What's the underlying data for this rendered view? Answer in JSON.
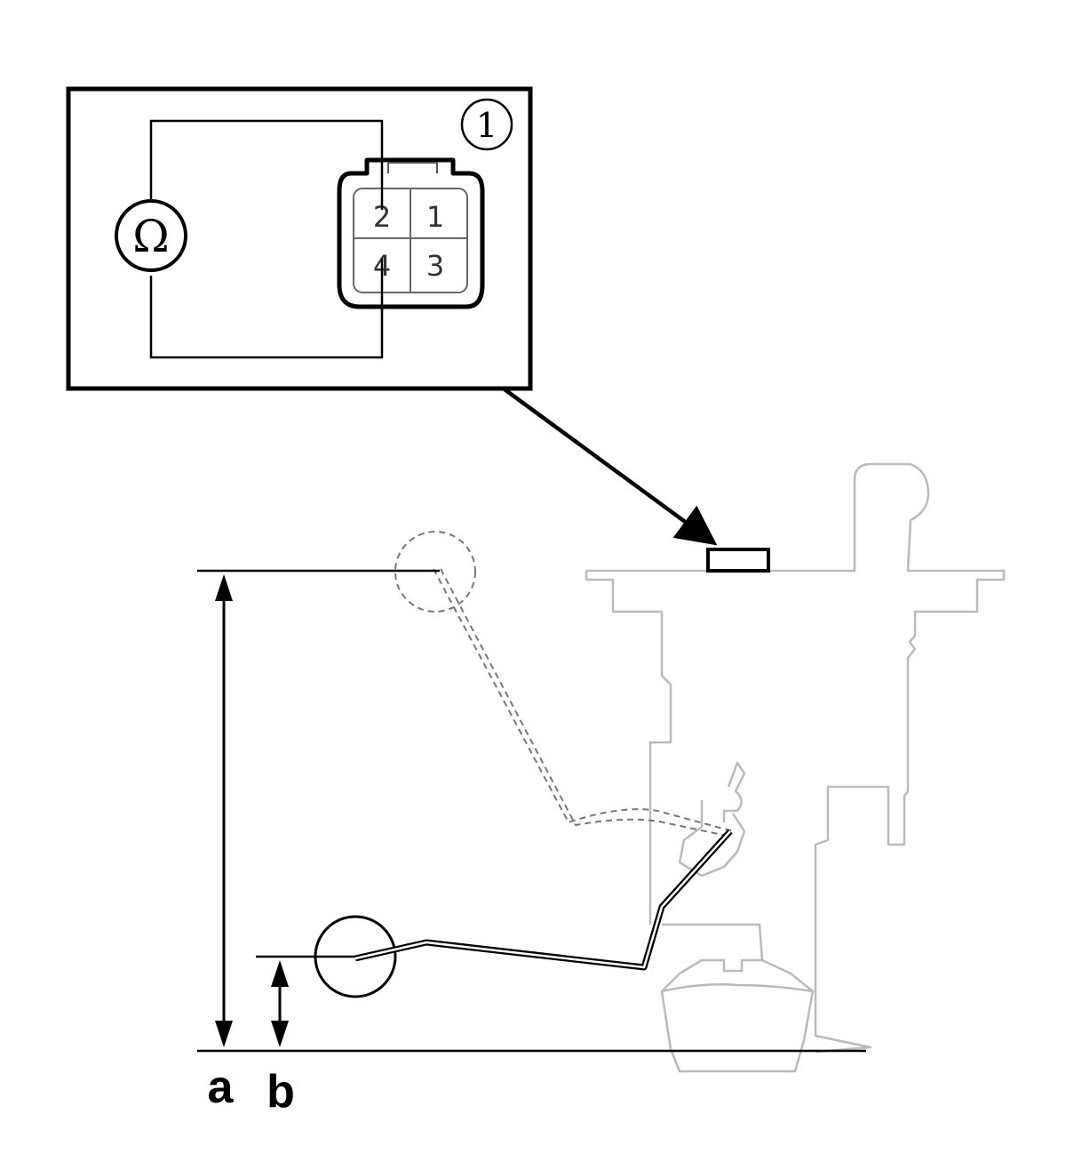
{
  "inset": {
    "callout_number": "1",
    "meter_symbol": "Ω",
    "connector_pins": [
      "2",
      "1",
      "4",
      "3"
    ]
  },
  "dimensions": {
    "label_a": "a",
    "label_b": "b"
  }
}
